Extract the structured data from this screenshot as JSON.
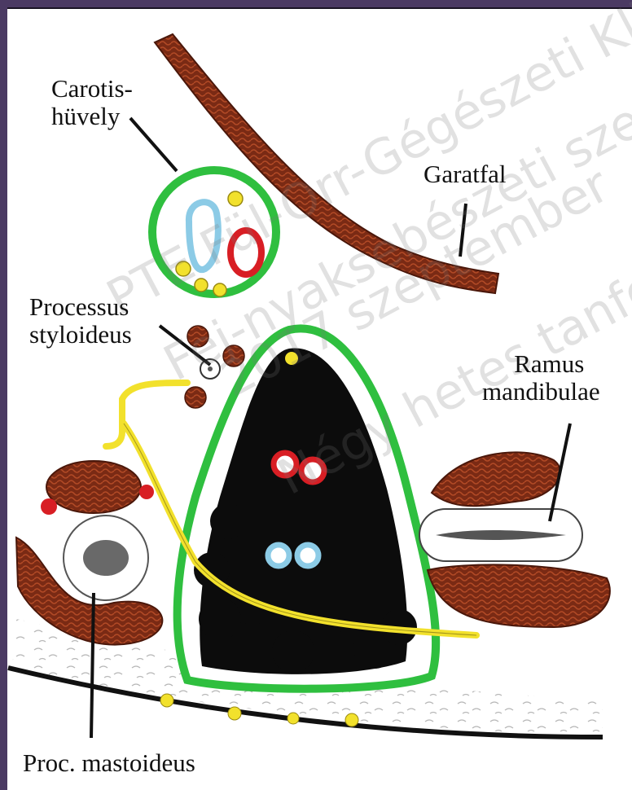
{
  "labels": {
    "carotis_line1": "Carotis-",
    "carotis_line2": "hüvely",
    "garatfal": "Garatfal",
    "processus_line1": "Processus",
    "processus_line2": "styloideus",
    "ramus_line1": "Ramus",
    "ramus_line2": "mandibulae",
    "mastoid": "Proc. mastoideus"
  },
  "watermark": {
    "line1": "PTE Fül-Orr-Gégészeti Klin",
    "line2": "Fej-nyaksebészeti szeptem",
    "line3": "2017 szeptember",
    "line4": "Négy hetes tanfolyam"
  },
  "colors": {
    "frame": "#4b3a63",
    "muscle": "#7a2a14",
    "sheath": "#2fbf3f",
    "nerve": "#f2e12c",
    "artery": "#d81e24",
    "vein": "#8ccbe6",
    "fat": "#0c0c0c"
  }
}
